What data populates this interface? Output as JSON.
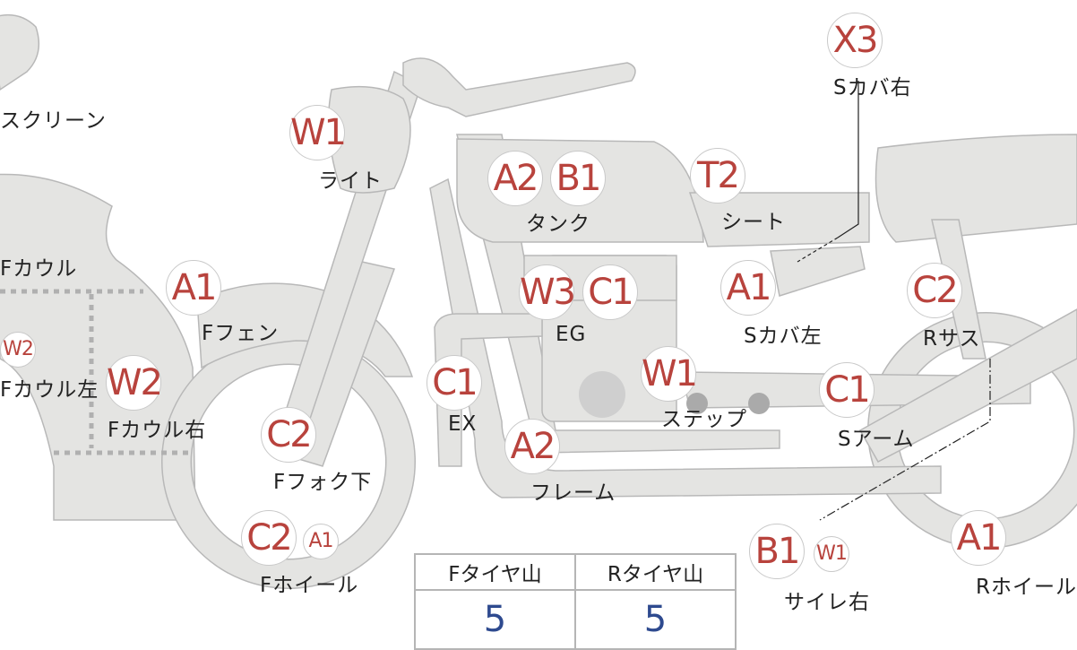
{
  "colors": {
    "part_fill": "#e4e4e2",
    "part_stroke": "#b8b8b8",
    "code": "#b8433d",
    "tire_value": "#2e4a8f"
  },
  "parts": [
    {
      "name": "screen",
      "label": "スクリーン",
      "codes": []
    },
    {
      "name": "f-cowl",
      "label": "Fカウル",
      "codes": []
    },
    {
      "name": "f-cowl-left",
      "label": "Fカウル左",
      "codes": [
        "W2"
      ]
    },
    {
      "name": "f-cowl-right",
      "label": "Fカウル右",
      "codes": [
        "W2"
      ]
    },
    {
      "name": "f-fender",
      "label": "Fフェン",
      "codes": [
        "A1"
      ]
    },
    {
      "name": "light",
      "label": "ライト",
      "codes": [
        "W1"
      ]
    },
    {
      "name": "tank",
      "label": "タンク",
      "codes": [
        "A2",
        "B1"
      ]
    },
    {
      "name": "seat",
      "label": "シート",
      "codes": [
        "T2"
      ]
    },
    {
      "name": "side-cover-right",
      "label": "Sカバ右",
      "codes": [
        "X3"
      ]
    },
    {
      "name": "side-cover-left",
      "label": "Sカバ左",
      "codes": [
        "A1"
      ]
    },
    {
      "name": "rear-suspension",
      "label": "Rサス",
      "codes": [
        "C2"
      ]
    },
    {
      "name": "engine",
      "label": "EG",
      "codes": [
        "W3",
        "C1"
      ]
    },
    {
      "name": "exhaust",
      "label": "EX",
      "codes": [
        "C1"
      ]
    },
    {
      "name": "step",
      "label": "ステップ",
      "codes": [
        "W1"
      ]
    },
    {
      "name": "swing-arm",
      "label": "Sアーム",
      "codes": [
        "C1"
      ]
    },
    {
      "name": "frame",
      "label": "フレーム",
      "codes": [
        "A2"
      ]
    },
    {
      "name": "front-fork-lower",
      "label": "Fフォク下",
      "codes": [
        "C2"
      ]
    },
    {
      "name": "front-wheel",
      "label": "Fホイール",
      "codes": [
        "C2",
        "A1"
      ]
    },
    {
      "name": "silencer-right",
      "label": "サイレ右",
      "codes": [
        "B1",
        "W1"
      ]
    },
    {
      "name": "rear-wheel",
      "label": "Rホイール",
      "codes": [
        "A1"
      ]
    }
  ],
  "tire_table": {
    "headers": [
      "Fタイヤ山",
      "Rタイヤ山"
    ],
    "values": [
      "5",
      "5"
    ]
  }
}
